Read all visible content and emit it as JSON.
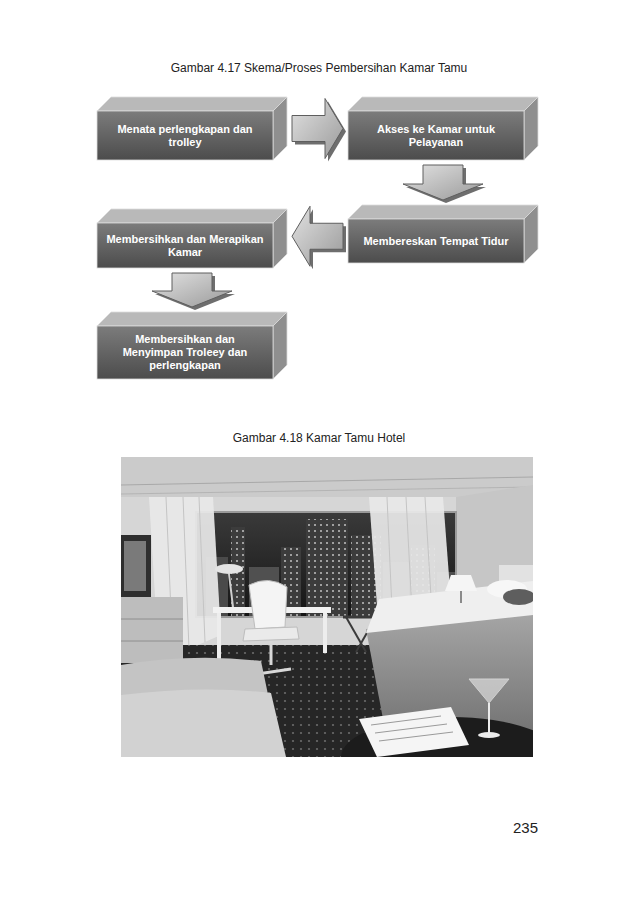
{
  "diagram": {
    "title": "Gambar 4.17 Skema/Proses Pembersihan Kamar Tamu",
    "nodes": [
      {
        "text": [
          "Menata perlengkapan dan trolley"
        ]
      },
      {
        "text": [
          "Akses ke Kamar untuk Pelayanan"
        ]
      },
      {
        "text": [
          "Membereskan Tempat Tidur"
        ]
      },
      {
        "text": [
          "Membersihkan dan Merapikan Kamar"
        ]
      },
      {
        "text": [
          "Membersihkan dan Menyimpan Troleey dan perlengkapan"
        ]
      }
    ],
    "edges": [
      {
        "from": 0,
        "to": 1,
        "arrow": "to"
      },
      {
        "from": 1,
        "to": 2,
        "arrow": "to"
      },
      {
        "from": 2,
        "to": 3,
        "arrow": "to"
      },
      {
        "from": 3,
        "to": 4,
        "arrow": "to"
      }
    ],
    "labels": [
      "Gambar 4.18 Kamar Tamu Hotel",
      "235"
    ]
  }
}
